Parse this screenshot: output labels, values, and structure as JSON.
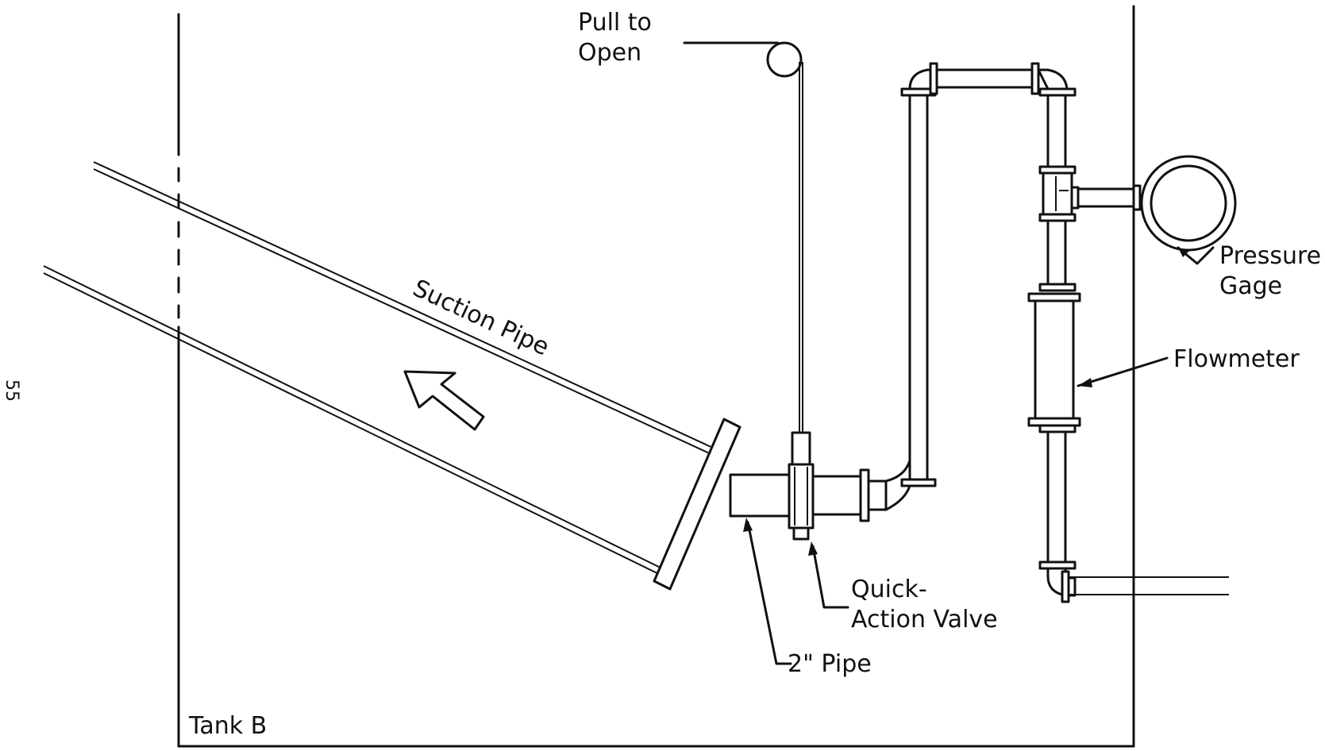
{
  "page_number": "55",
  "labels": {
    "pull_to_open_1": "Pull to",
    "pull_to_open_2": "Open",
    "suction_pipe": "Suction Pipe",
    "pressure_gage_1": "Pressure",
    "pressure_gage_2": "Gage",
    "flowmeter": "Flowmeter",
    "quick_action_valve_1": "Quick-",
    "quick_action_valve_2": "Action Valve",
    "two_inch_pipe": "2\" Pipe",
    "tank": "Tank B"
  },
  "colors": {
    "ink": "#111111",
    "paper": "#ffffff"
  }
}
